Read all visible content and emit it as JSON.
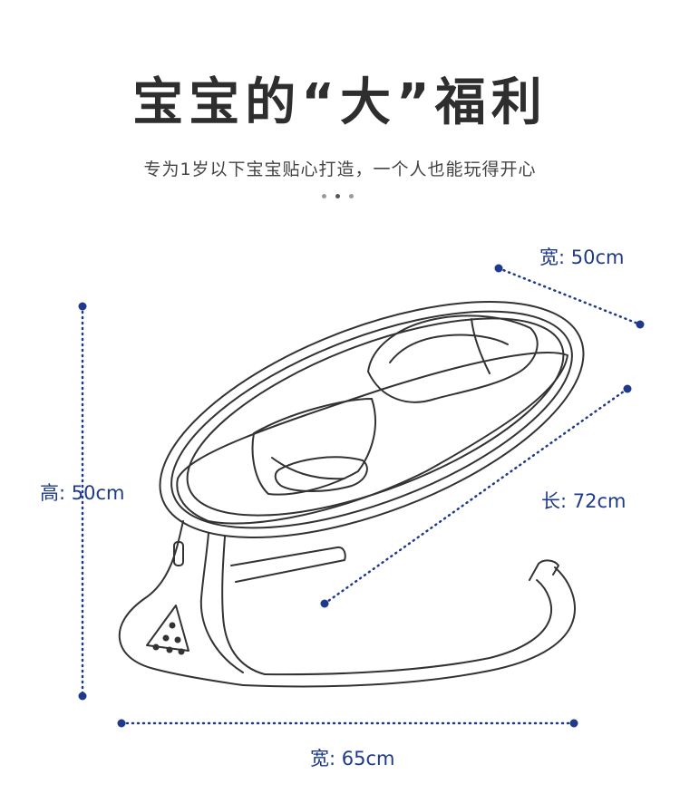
{
  "title": "宝宝的“大”福利",
  "subtitle": "专为1岁以下宝宝贴心打造，一个人也能玩得开心",
  "dimensions": {
    "width_top": "宽: 50cm",
    "height": "高: 50cm",
    "length": "长: 72cm",
    "width_bottom": "宽: 65cm"
  },
  "colors": {
    "accent": "#1f3a8a",
    "line": "#333333"
  },
  "icons": [
    "baby-rocker-illustration"
  ]
}
